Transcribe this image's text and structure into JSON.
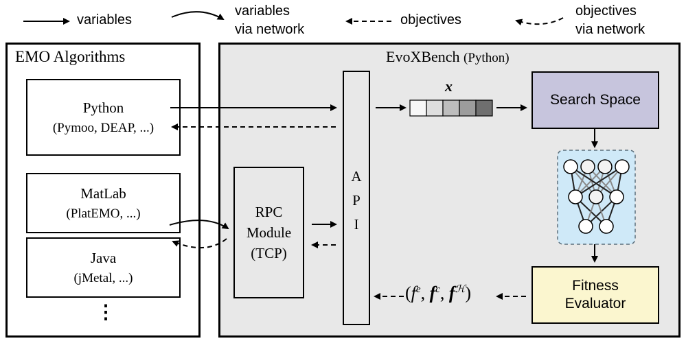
{
  "legend": {
    "variables": "variables",
    "variables_network_line1": "variables",
    "variables_network_line2": "via network",
    "objectives": "objectives",
    "objectives_network_line1": "objectives",
    "objectives_network_line2": "via network"
  },
  "emo": {
    "title": "EMO Algorithms",
    "python_name": "Python",
    "python_libs": "(Pymoo, DEAP, ...)",
    "matlab_name": "MatLab",
    "matlab_libs": "(PlatEMO, ...)",
    "java_name": "Java",
    "java_libs": "(jMetal, ...)",
    "ellipsis": "⋮"
  },
  "evox": {
    "title": "EvoXBench",
    "title_suffix": "(Python)",
    "rpc_line1": "RPC",
    "rpc_line2": "Module",
    "rpc_line3": "(TCP)",
    "api_letters": [
      "A",
      "P",
      "I"
    ],
    "x_label": "x",
    "search_space": "Search Space",
    "fitness_line1": "Fitness",
    "fitness_line2": "Evaluator",
    "objectives_formula": "(f^e, f^c, f^H)"
  },
  "colors": {
    "panel_bg": "#e8e8e8",
    "search_space_fill": "#c7c5dd",
    "fitness_fill": "#fbf6cf",
    "network_fill": "#cfe9f8"
  }
}
